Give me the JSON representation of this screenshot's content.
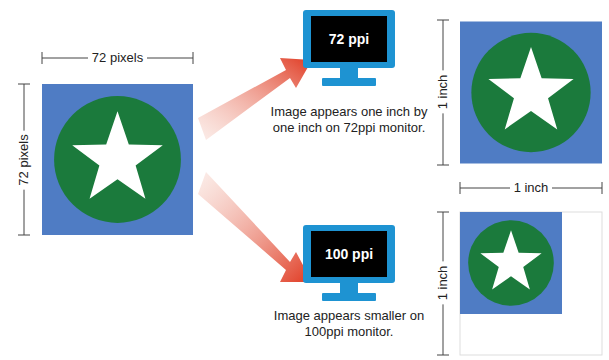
{
  "diagram": {
    "nodes": [
      {
        "text": [
          "72 ppi",
          "Image appears one inch by one inch on 72ppi monitor."
        ]
      },
      {
        "text": [
          "100 ppi",
          "Image appears smaller on 100ppi monitor."
        ]
      }
    ],
    "labels": [
      "72 pixels",
      "72 pixels",
      "1 inch",
      "1 inch",
      "1 inch"
    ]
  }
}
